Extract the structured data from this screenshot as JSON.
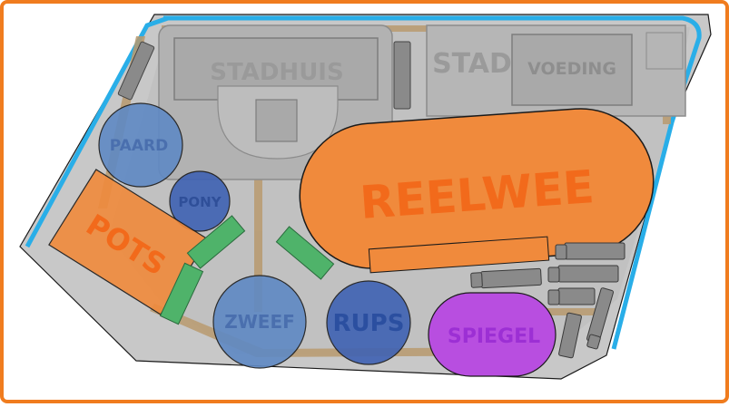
{
  "map": {
    "labels": {
      "stadhuis": "STADHUIS",
      "stad": "STAD",
      "voeding": "VOEDING",
      "paard": "PAARD",
      "pony": "PONY",
      "pots": "POTS",
      "reelwee": "REELWEE",
      "zweef": "ZWEEF",
      "rups": "RUPS",
      "spiegel": "SPIEGEL"
    },
    "colors": {
      "frame": "#f07c1e",
      "ground": "#c8c8c8",
      "outline": "#1a1a1a",
      "water_edge": "#29aee8",
      "path": "#b89a6e",
      "building": "#a9a9a9",
      "blue_circle": "#5f89c4",
      "dark_blue_circle": "#3f62b3",
      "orange_area": "#f08a3c",
      "green_stall": "#4fb36a",
      "purple_area": "#b84ee0",
      "trailer": "#8a8a8a"
    }
  }
}
